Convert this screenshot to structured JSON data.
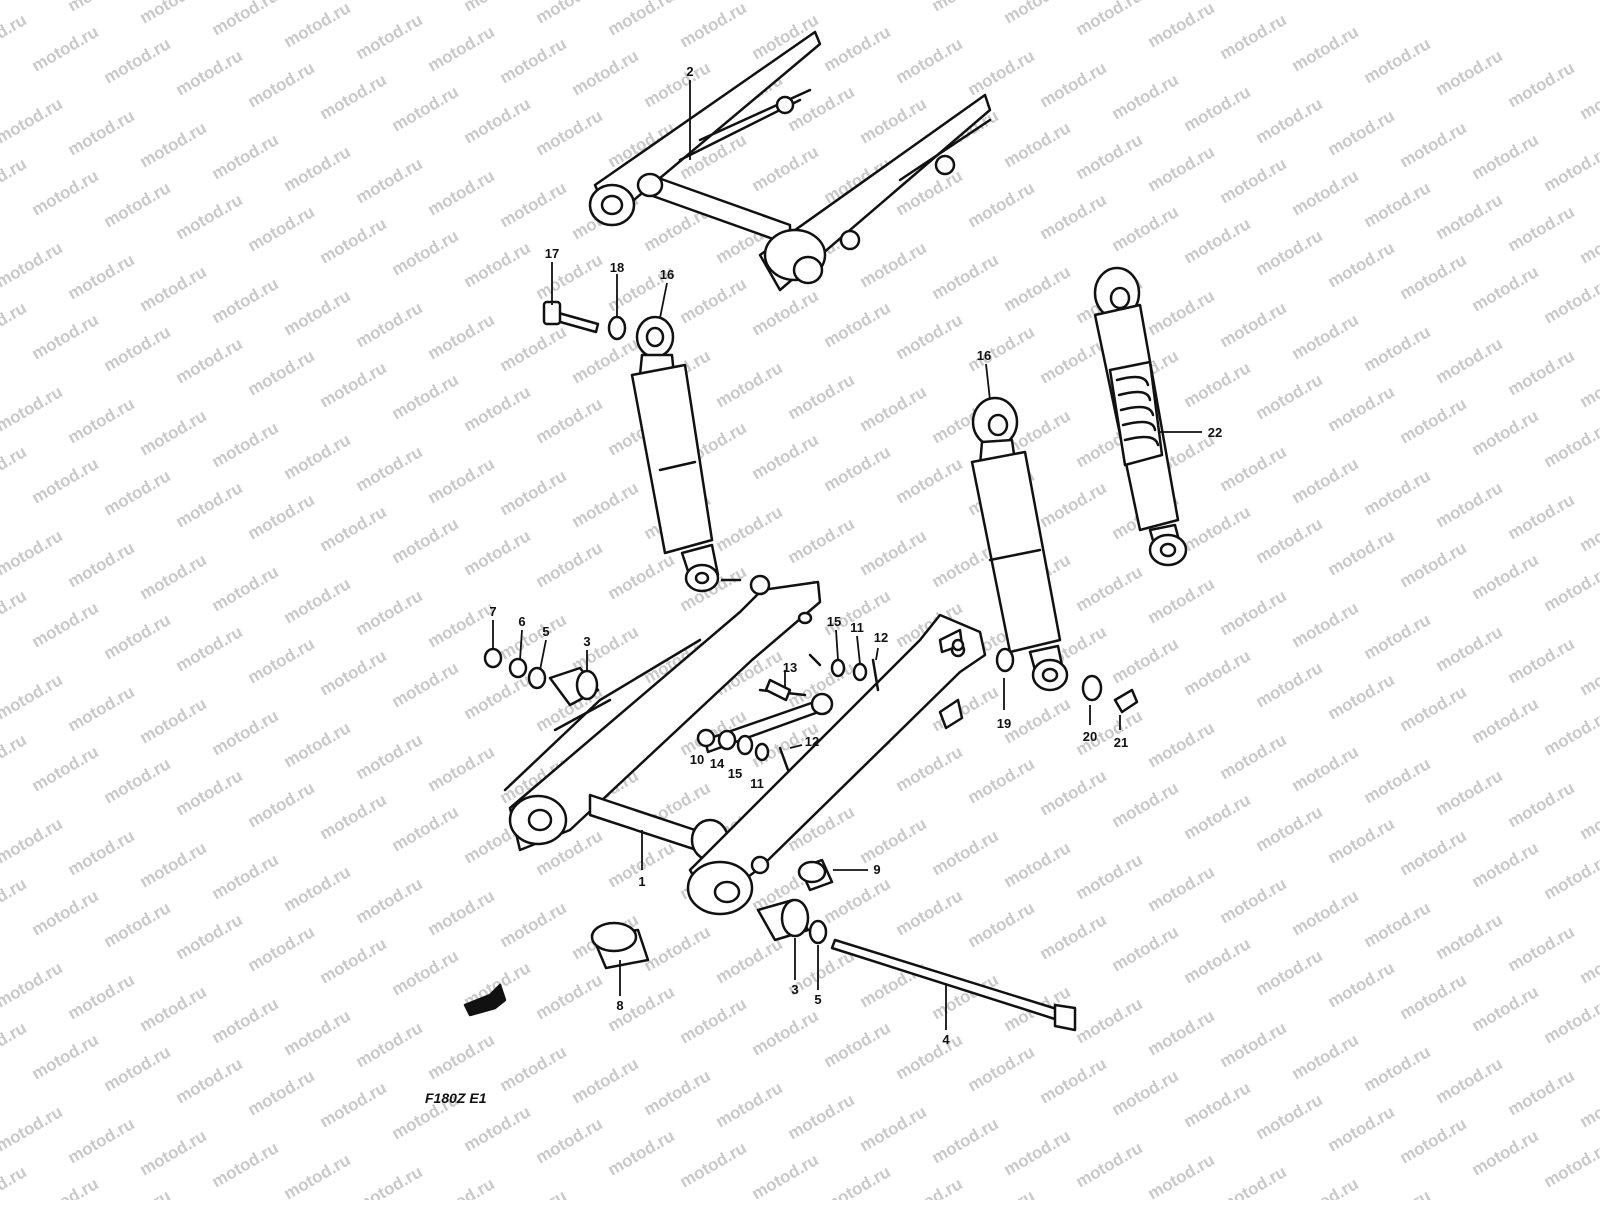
{
  "watermark": {
    "text": "motod.ru",
    "color": "#c9c9c9"
  },
  "diagram": {
    "code_label": "F180Z E1",
    "line_color": "#111111"
  },
  "parts": [
    {
      "id": "p1",
      "label": "1"
    },
    {
      "id": "p2",
      "label": "2"
    },
    {
      "id": "p3a",
      "label": "3"
    },
    {
      "id": "p3b",
      "label": "3"
    },
    {
      "id": "p4",
      "label": "4"
    },
    {
      "id": "p5a",
      "label": "5"
    },
    {
      "id": "p5b",
      "label": "5"
    },
    {
      "id": "p6",
      "label": "6"
    },
    {
      "id": "p7",
      "label": "7"
    },
    {
      "id": "p8",
      "label": "8"
    },
    {
      "id": "p9",
      "label": "9"
    },
    {
      "id": "p10",
      "label": "10"
    },
    {
      "id": "p11a",
      "label": "11"
    },
    {
      "id": "p11b",
      "label": "11"
    },
    {
      "id": "p12a",
      "label": "12"
    },
    {
      "id": "p12b",
      "label": "12"
    },
    {
      "id": "p13",
      "label": "13"
    },
    {
      "id": "p14",
      "label": "14"
    },
    {
      "id": "p15a",
      "label": "15"
    },
    {
      "id": "p15b",
      "label": "15"
    },
    {
      "id": "p16a",
      "label": "16"
    },
    {
      "id": "p16b",
      "label": "16"
    },
    {
      "id": "p17",
      "label": "17"
    },
    {
      "id": "p18",
      "label": "18"
    },
    {
      "id": "p19",
      "label": "19"
    },
    {
      "id": "p20",
      "label": "20"
    },
    {
      "id": "p21",
      "label": "21"
    },
    {
      "id": "p22",
      "label": "22"
    }
  ]
}
